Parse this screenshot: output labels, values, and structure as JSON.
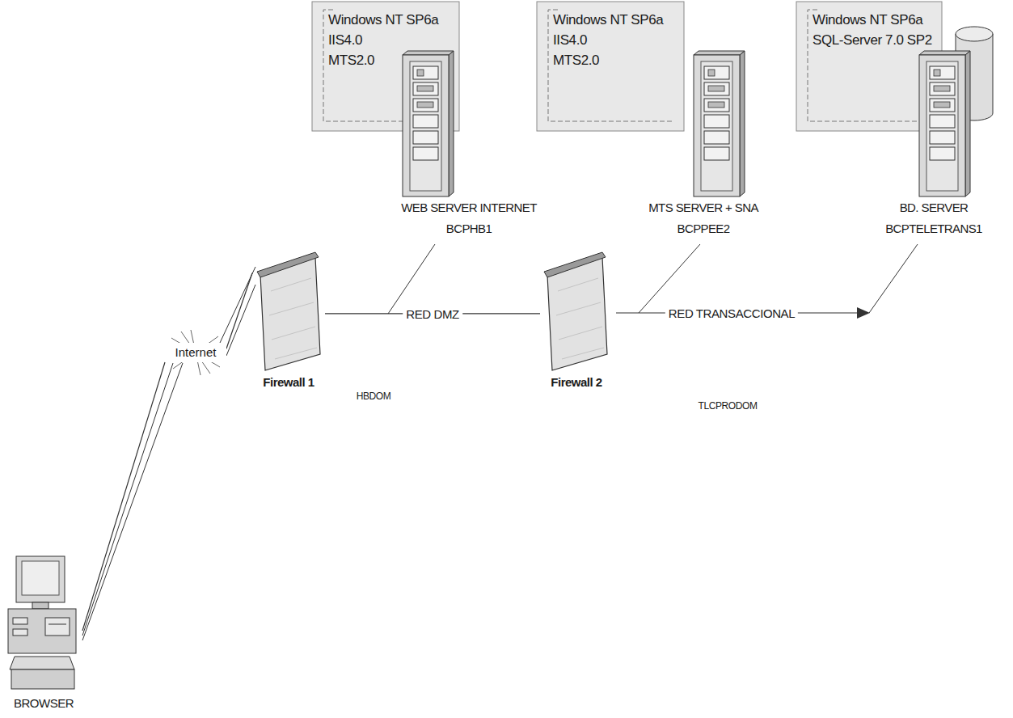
{
  "diagram": {
    "nodes": [
      {
        "text": [
          "Windows NT SP6a",
          "IIS4.0",
          "MTS2.0"
        ]
      },
      {
        "text": [
          "WEB SERVER INTERNET",
          "BCPHB1"
        ]
      },
      {
        "text": [
          "Windows NT SP6a",
          "IIS4.0",
          "MTS2.0"
        ]
      },
      {
        "text": [
          "MTS SERVER + SNA",
          "BCPPEE2"
        ]
      },
      {
        "text": [
          "Windows NT SP6a",
          "SQL-Server 7.0 SP2"
        ]
      },
      {
        "text": [
          "BD. SERVER",
          "BCPTELETRANS1"
        ]
      },
      {
        "text": [
          "Firewall 1"
        ]
      },
      {
        "text": [
          "Firewall 2"
        ]
      },
      {
        "text": [
          "Internet"
        ]
      },
      {
        "text": [
          "BROWSER"
        ]
      }
    ],
    "edges": [
      {
        "from": 9,
        "to": 8,
        "arrow": "none"
      },
      {
        "from": 8,
        "to": 6,
        "arrow": "none"
      },
      {
        "from": 6,
        "to": 7,
        "label": "RED DMZ",
        "arrow": "none"
      }
    ],
    "labels": [
      "HBDOM",
      "RED TRANSACCIONAL",
      "TLCPRODOM"
    ]
  }
}
